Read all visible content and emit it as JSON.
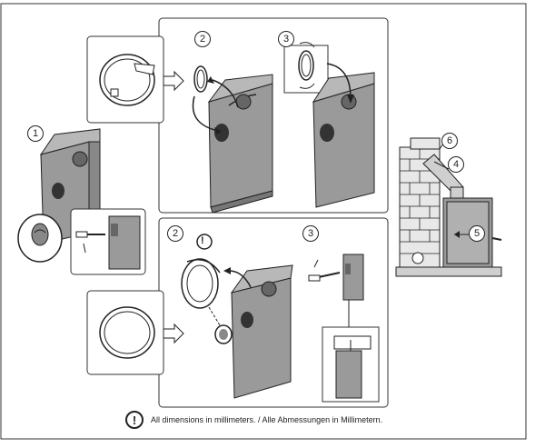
{
  "callouts": {
    "step1": "1",
    "top_step2": "2",
    "top_step3": "3",
    "bottom_step2": "2",
    "bottom_step3": "3",
    "wall6": "6",
    "pipe4": "4",
    "heater5": "5"
  },
  "warning_glyph": "!",
  "footer": {
    "text": "All dimensions in millimeters. / Alle Abmessungen in Millimetern."
  },
  "colors": {
    "heater_body": "#9a9a9a",
    "heater_top": "#b8b8b8",
    "panel_bg": "#ffffff",
    "line": "#222222",
    "brick": "#e8e8e8"
  }
}
